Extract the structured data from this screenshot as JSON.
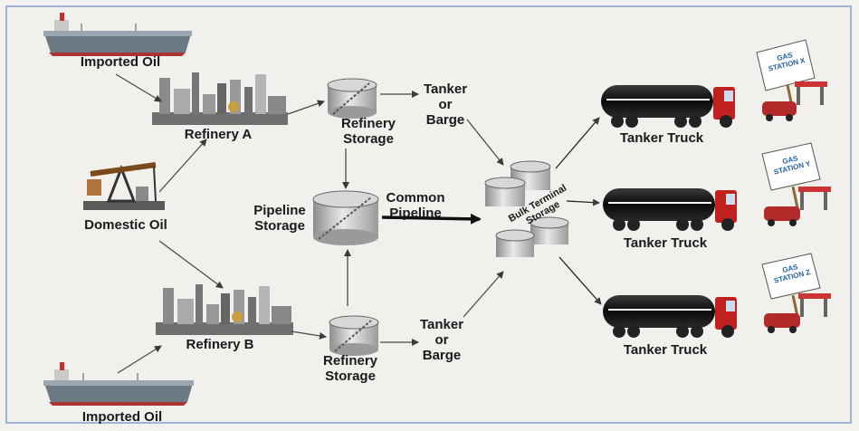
{
  "labels": {
    "imported_oil_top": "Imported Oil",
    "imported_oil_bottom": "Imported Oil",
    "domestic_oil": "Domestic Oil",
    "refinery_a": "Refinery A",
    "refinery_b": "Refinery B",
    "refinery_storage_top": "Refinery Storage",
    "refinery_storage_bottom": "Refinery Storage",
    "pipeline_storage": "Pipeline Storage",
    "common_pipeline": "Common Pipeline",
    "tanker_barge_top": "Tanker or Barge",
    "tanker_barge_bottom": "Tanker or Barge",
    "bulk_terminal_storage": "Bulk Terminal Storage",
    "tanker_truck_1": "Tanker Truck",
    "tanker_truck_2": "Tanker Truck",
    "tanker_truck_3": "Tanker Truck"
  },
  "signs": {
    "station_x": "GAS STATION X",
    "station_y": "GAS STATION Y",
    "station_z": "GAS STATION Z"
  },
  "colors": {
    "frame_border": "#9fb3d6",
    "arrow": "#4a4a4a",
    "truck_cab": "#c0201e",
    "car": "#b32a2a"
  }
}
